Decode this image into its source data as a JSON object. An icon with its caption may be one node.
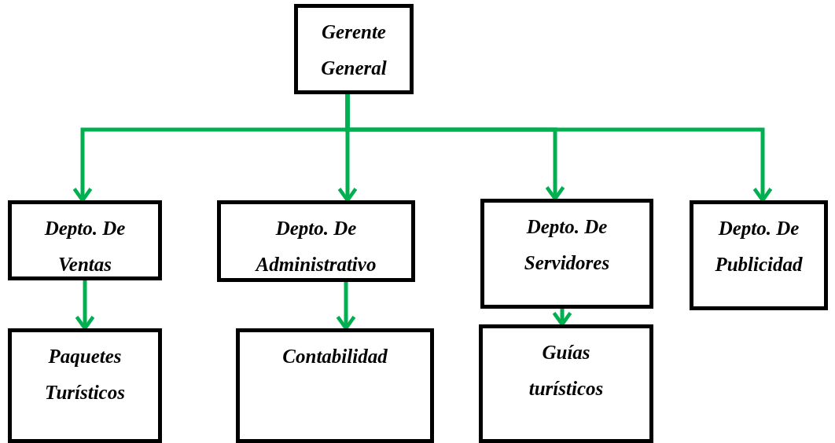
{
  "diagram": {
    "nodes": [
      {
        "text": [
          "Gerente General"
        ]
      },
      {
        "text": [
          "Depto. De Ventas"
        ]
      },
      {
        "text": [
          "Depto. De Administrativo"
        ]
      },
      {
        "text": [
          "Depto. De Servidores"
        ]
      },
      {
        "text": [
          "Depto. De Publicidad"
        ]
      },
      {
        "text": [
          "Paquetes Turísticos"
        ]
      },
      {
        "text": [
          "Contabilidad"
        ]
      },
      {
        "text": [
          "Guías turísticos"
        ]
      }
    ],
    "edges": [
      {
        "from": 0,
        "to": 1,
        "arrow": "to"
      },
      {
        "from": 0,
        "to": 2,
        "arrow": "to"
      },
      {
        "from": 0,
        "to": 3,
        "arrow": "to"
      },
      {
        "from": 0,
        "to": 4,
        "arrow": "to"
      },
      {
        "from": 1,
        "to": 5,
        "arrow": "to"
      },
      {
        "from": 2,
        "to": 6,
        "arrow": "to"
      },
      {
        "from": 3,
        "to": 7,
        "arrow": "to"
      }
    ]
  }
}
